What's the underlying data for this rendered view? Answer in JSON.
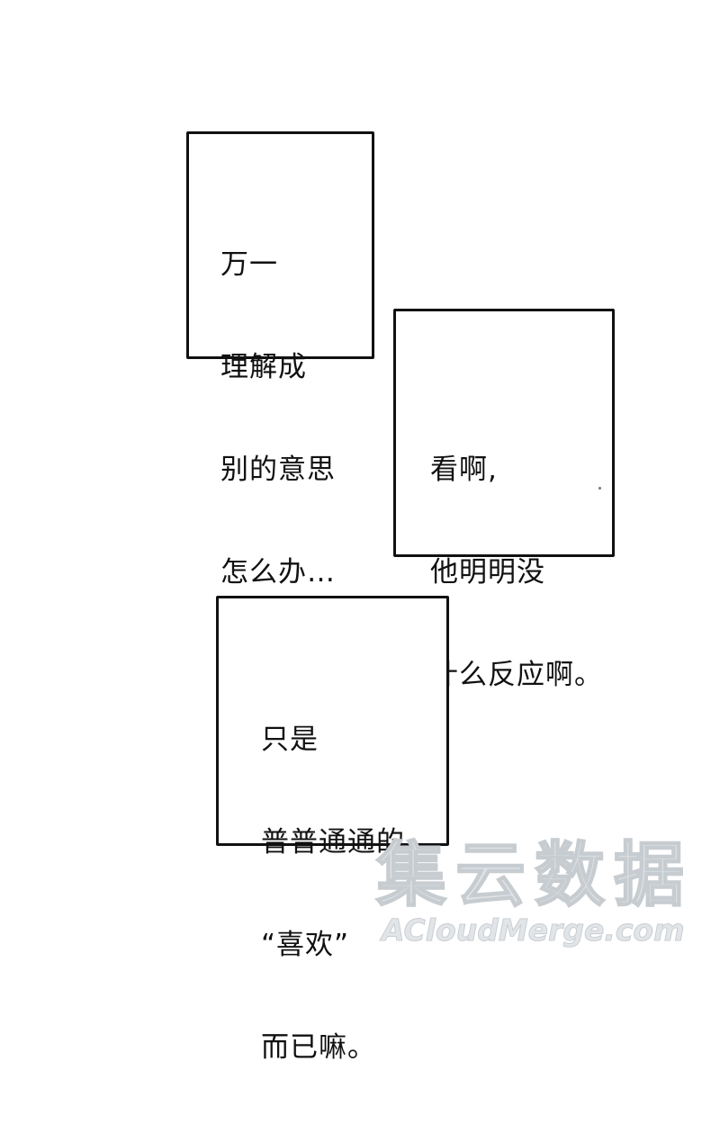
{
  "captions": [
    {
      "lines": [
        "万一",
        "理解成",
        "别的意思",
        "怎么办…"
      ]
    },
    {
      "lines": [
        "看啊,",
        "他明明没",
        "什么反应啊。"
      ]
    },
    {
      "lines": [
        "只是",
        "普普通通的",
        "“喜欢”",
        "而已嘛。"
      ]
    }
  ],
  "watermark": {
    "chinese": "集云数据",
    "english": "ACloudMerge.com"
  }
}
